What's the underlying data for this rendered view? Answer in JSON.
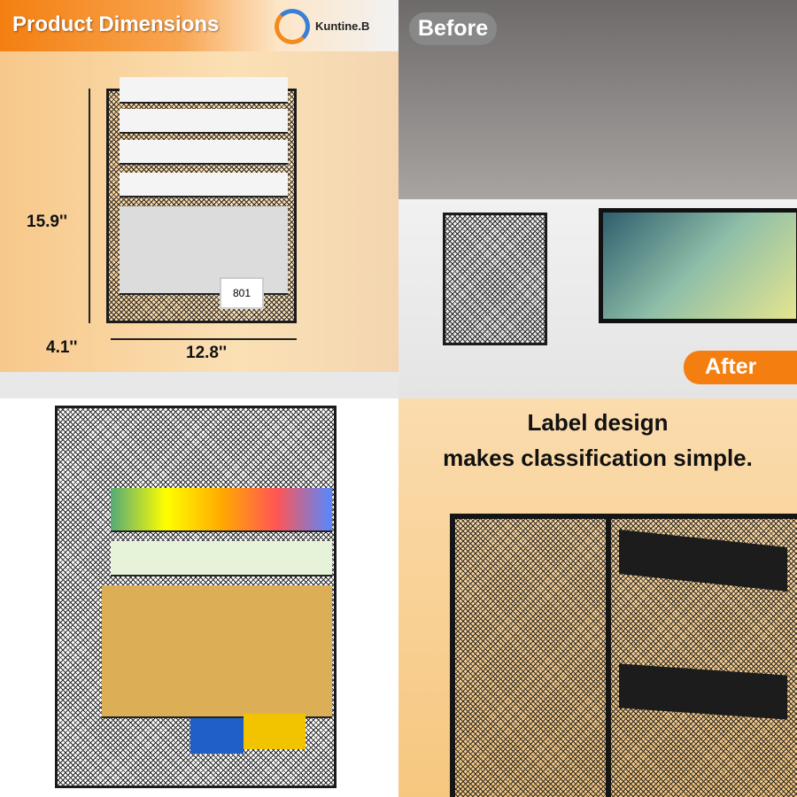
{
  "dimensions_panel": {
    "title": "Product Dimensions",
    "brand": "Kuntine.B",
    "height": "15.9''",
    "depth": "4.1''",
    "width": "12.8''",
    "clock_display": "801"
  },
  "comparison_panel": {
    "before_label": "Before",
    "after_label": "After"
  },
  "product_panel": {},
  "label_panel": {
    "line1": "Label design",
    "line2": "makes classification simple."
  },
  "colors": {
    "accent": "#f47f10",
    "rack": "#1b1b1b"
  }
}
